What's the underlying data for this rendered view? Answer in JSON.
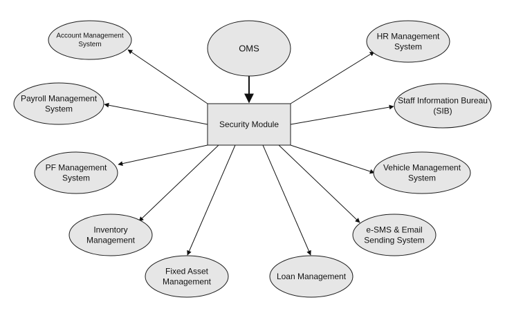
{
  "colors": {
    "node_fill": "#e6e6e6",
    "node_stroke": "#1a1a1a",
    "edge": "#111111",
    "background": "#ffffff"
  },
  "nodes": {
    "oms": {
      "lines": [
        "OMS"
      ]
    },
    "security": {
      "lines": [
        "Security Module"
      ]
    },
    "account": {
      "lines": [
        "Account Management",
        "System"
      ]
    },
    "hr": {
      "lines": [
        "HR Management",
        "System"
      ]
    },
    "payroll": {
      "lines": [
        "Payroll Management",
        "System"
      ]
    },
    "sib": {
      "lines": [
        "Staff Information Bureau",
        "(SIB)"
      ]
    },
    "pf": {
      "lines": [
        "PF Management",
        "System"
      ]
    },
    "vehicle": {
      "lines": [
        "Vehicle Management",
        "System"
      ]
    },
    "inventory": {
      "lines": [
        "Inventory",
        "Management"
      ]
    },
    "esms": {
      "lines": [
        "e-SMS & Email",
        "Sending System"
      ]
    },
    "fixed_asset": {
      "lines": [
        "Fixed Asset",
        "Management"
      ]
    },
    "loan": {
      "lines": [
        "Loan Management"
      ]
    }
  },
  "edges": [
    {
      "from": "oms",
      "to": "security"
    },
    {
      "from": "security",
      "to": "account"
    },
    {
      "from": "security",
      "to": "hr"
    },
    {
      "from": "security",
      "to": "payroll"
    },
    {
      "from": "security",
      "to": "sib"
    },
    {
      "from": "security",
      "to": "pf"
    },
    {
      "from": "security",
      "to": "vehicle"
    },
    {
      "from": "security",
      "to": "inventory"
    },
    {
      "from": "security",
      "to": "esms"
    },
    {
      "from": "security",
      "to": "fixed_asset"
    },
    {
      "from": "security",
      "to": "loan"
    }
  ]
}
